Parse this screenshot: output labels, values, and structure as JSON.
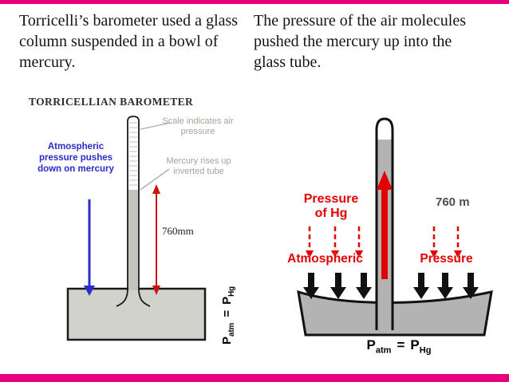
{
  "colors": {
    "accent_pink": "#e6007e",
    "red_arrow": "#e00000",
    "red_text": "#e60000",
    "blue_text_arrow": "#2b2bc8",
    "mercury_gray": "#b3b3b3",
    "note_gray": "#a3a39c"
  },
  "captions": {
    "left": "Torricelli’s barometer used a glass column suspended in a bowl of mercury.",
    "right": "The pressure of the air molecules pushed the mercury up into the glass tube."
  },
  "left_diagram": {
    "title": "TORRICELLIAN BAROMETER",
    "scale_note": "Scale indicates air pressure",
    "mercury_note": "Mercury rises up inverted tube",
    "atmospheric_note": "Atmospheric pressure pushes down on mercury",
    "height_label": "760mm",
    "equation": {
      "p1": "P",
      "sub1": "atm",
      "equals": "=",
      "p2": "P",
      "sub2": "Hg"
    }
  },
  "right_diagram": {
    "pressure_hg_line1": "Pressure",
    "pressure_hg_line2": "of Hg",
    "height_label": "760 m",
    "atmospheric_label": "Atmospheric",
    "pressure_label": "Pressure",
    "equation": {
      "p1": "P",
      "sub1": "atm",
      "equals": "=",
      "p2": "P",
      "sub2": "Hg"
    }
  }
}
